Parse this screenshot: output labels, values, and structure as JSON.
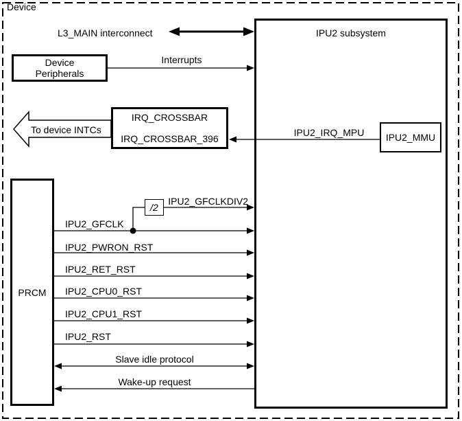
{
  "colors": {
    "line": "#000000",
    "background": "#ffffff"
  },
  "device": {
    "label": "Device"
  },
  "ipu2_subsystem": {
    "title": "IPU2 subsystem"
  },
  "l3_main": {
    "label": "L3_MAIN interconnect"
  },
  "device_peripherals": {
    "line1": "Device",
    "line2": "Peripherals"
  },
  "interrupts": {
    "label": "Interrupts"
  },
  "irq_crossbar": {
    "name": "IRQ_CROSSBAR",
    "instance": "IRQ_CROSSBAR_396"
  },
  "to_device_intcs": {
    "label": "To device INTCs"
  },
  "ipu2_mmu": {
    "label": "IPU2_MMU"
  },
  "ipu2_irq_mpu": {
    "label": "IPU2_IRQ_MPU"
  },
  "prcm": {
    "label": "PRCM"
  },
  "clock_divider": {
    "label": "/2"
  },
  "signals": {
    "gfclkdiv2": "IPU2_GFCLKDIV2",
    "gfclk": "IPU2_GFCLK",
    "pwron_rst": "IPU2_PWRON_RST",
    "ret_rst": "IPU2_RET_RST",
    "cpu0_rst": "IPU2_CPU0_RST",
    "cpu1_rst": "IPU2_CPU1_RST",
    "rst": "IPU2_RST",
    "slave_idle": "Slave idle protocol",
    "wakeup": "Wake-up request"
  }
}
